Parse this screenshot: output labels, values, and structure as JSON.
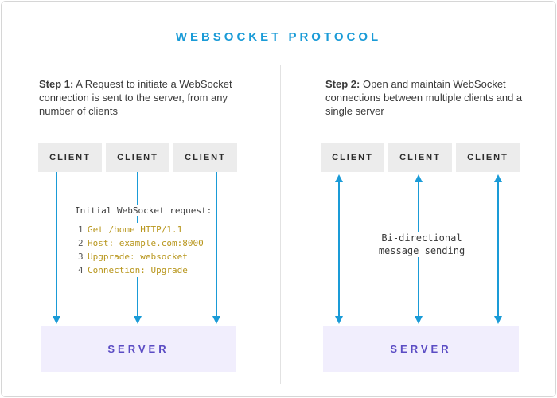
{
  "title": "WEBSOCKET PROTOCOL",
  "left": {
    "step_label": "Step 1:",
    "step_text": " A Request to initiate a WebSocket connection is sent to the server, from any number of clients",
    "clients": [
      "CLIENT",
      "CLIENT",
      "CLIENT"
    ],
    "server": "SERVER",
    "request_title": "Initial WebSocket request:",
    "request_lines": [
      {
        "num": "1",
        "text": "Get /home HTTP/1.1"
      },
      {
        "num": "2",
        "text": "Host: example.com:8000"
      },
      {
        "num": "3",
        "text": "Upgprade: websocket"
      },
      {
        "num": "4",
        "text": "Connection: Upgrade"
      }
    ]
  },
  "right": {
    "step_label": "Step 2:",
    "step_text": " Open and maintain WebSocket connections between multiple clients and a single server",
    "clients": [
      "CLIENT",
      "CLIENT",
      "CLIENT"
    ],
    "server": "SERVER",
    "bidir_line1": "Bi-directional",
    "bidir_line2": "message sending"
  },
  "colors": {
    "accent": "#1a9bd7",
    "arrow": "#1a9bd7",
    "server_bg": "#f1eefd",
    "server_text": "#5b4cc4",
    "client_bg": "#ececec",
    "code_text": "#b8961c"
  }
}
